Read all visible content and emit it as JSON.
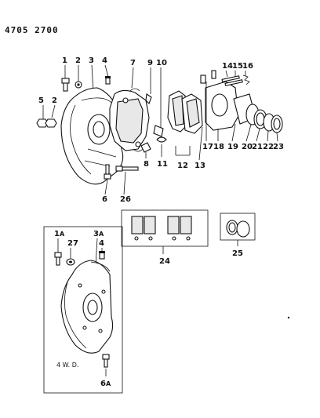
{
  "header": {
    "code": "4705 2700"
  },
  "callouts": {
    "c1": "1",
    "c2": "2",
    "c2b": "2",
    "c3": "3",
    "c4": "4",
    "c5": "5",
    "c6": "6",
    "c7": "7",
    "c8": "8",
    "c9": "9",
    "c10": "10",
    "c11": "11",
    "c12": "12",
    "c13": "13",
    "c14": "14",
    "c15": "15",
    "c16": "16",
    "c17": "17",
    "c18": "18",
    "c19": "19",
    "c20": "20",
    "c21": "21",
    "c22": "22",
    "c23": "23",
    "c24": "24",
    "c25": "25",
    "c26": "26"
  },
  "inset": {
    "c1a": "1",
    "c1a_suffix": "A",
    "c27": "27",
    "c3a": "3",
    "c3a_suffix": "A",
    "c4": "4",
    "c6a": "6",
    "c6a_suffix": "A",
    "note": "4 W. D."
  }
}
